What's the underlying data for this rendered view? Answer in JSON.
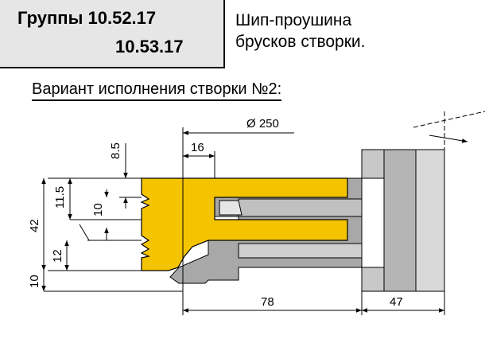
{
  "header": {
    "groups_line1": "Группы 10.52.17",
    "groups_line2": "10.53.17",
    "title_line1": "Шип-проушина",
    "title_line2": "брусков створки."
  },
  "variant_title": "Вариант исполнения створки №2:",
  "dimensions": {
    "diameter": "Ø 250",
    "d16": "16",
    "d8_5": "8.5",
    "d11_5": "11.5",
    "d10_upper": "10",
    "d42": "42",
    "d12": "12",
    "d10_lower": "10",
    "d78": "78",
    "d47": "47"
  },
  "colors": {
    "wood": "#f5c400",
    "tool_dark": "#9a9a9a",
    "tool_light": "#d2d2d2",
    "tool_mid": "#b5b5b5",
    "header_bg": "#e6e6e6"
  }
}
